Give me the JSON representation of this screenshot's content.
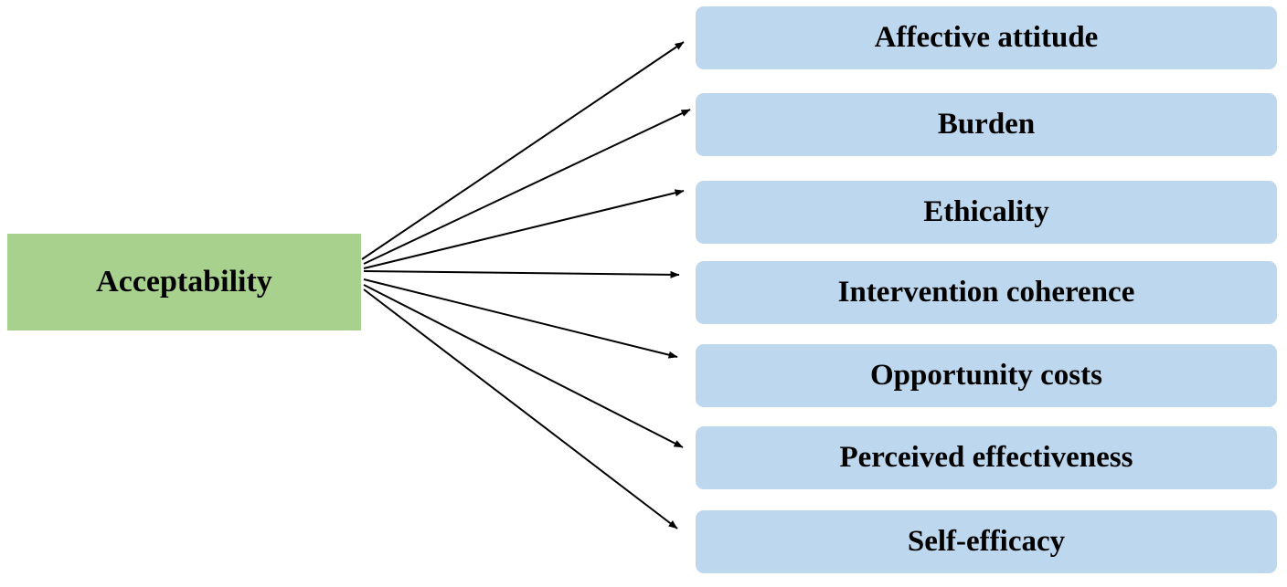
{
  "diagram": {
    "source": {
      "label": "Acceptability"
    },
    "targets": [
      {
        "label": "Affective attitude"
      },
      {
        "label": "Burden"
      },
      {
        "label": "Ethicality"
      },
      {
        "label": "Intervention coherence"
      },
      {
        "label": "Opportunity costs"
      },
      {
        "label": "Perceived effectiveness"
      },
      {
        "label": "Self-efficacy"
      }
    ],
    "colors": {
      "source_fill": "#a9d18e",
      "target_fill": "#bdd7ee",
      "arrow": "#000000"
    }
  }
}
